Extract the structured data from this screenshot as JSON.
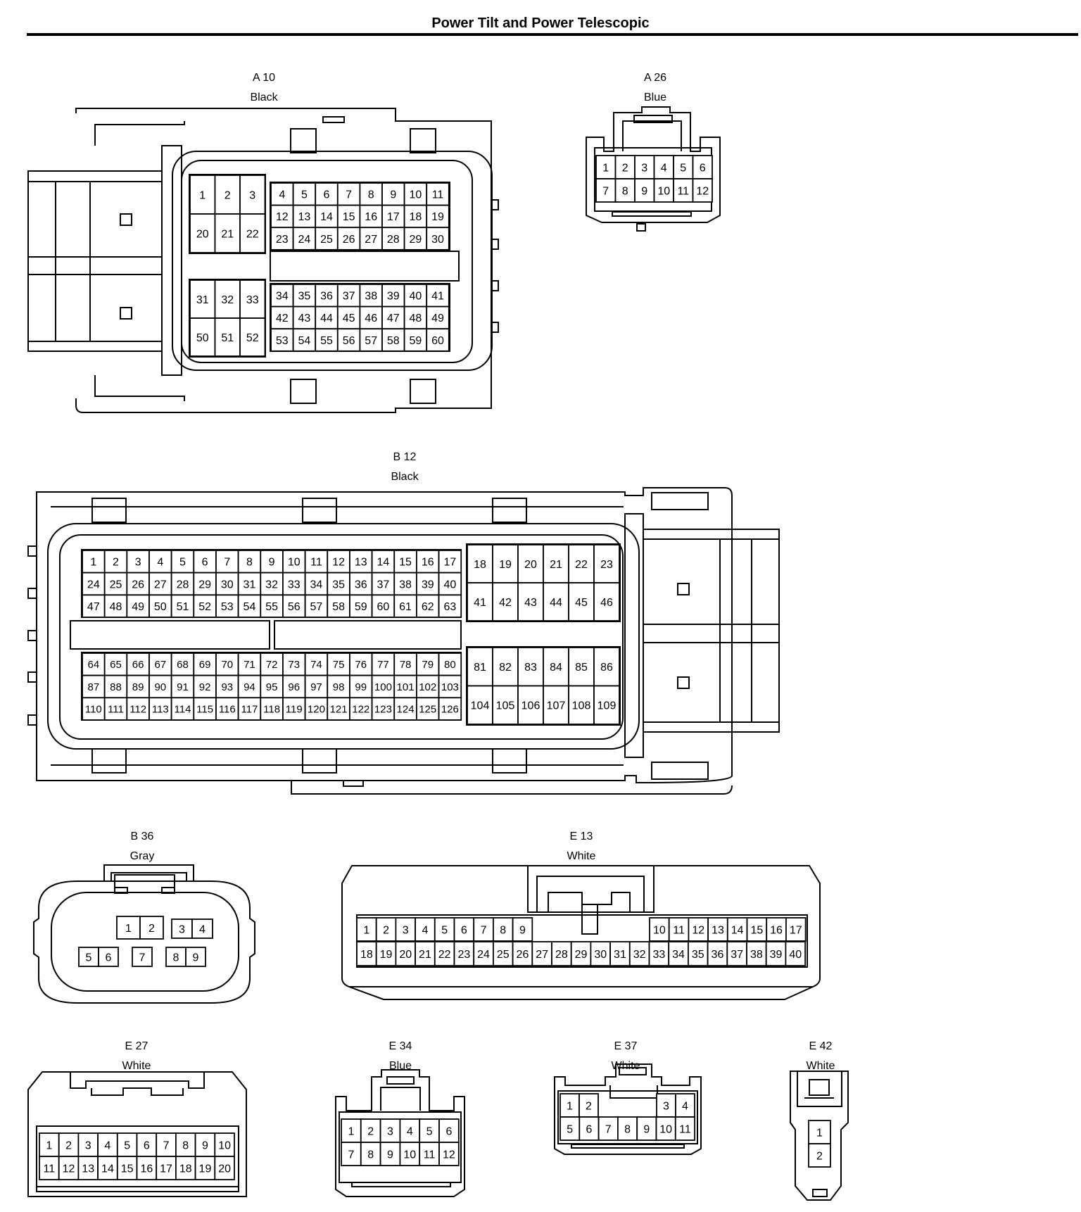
{
  "title": "Power Tilt and Power Telescopic",
  "connectors": {
    "A10": {
      "code": "A 10",
      "color": "Black"
    },
    "A26": {
      "code": "A 26",
      "color": "Blue"
    },
    "B12": {
      "code": "B 12",
      "color": "Black"
    },
    "B36": {
      "code": "B 36",
      "color": "Gray"
    },
    "E13": {
      "code": "E 13",
      "color": "White"
    },
    "E27": {
      "code": "E 27",
      "color": "White"
    },
    "E34": {
      "code": "E 34",
      "color": "Blue"
    },
    "E37": {
      "code": "E 37",
      "color": "White"
    },
    "E42": {
      "code": "E 42",
      "color": "White"
    }
  }
}
